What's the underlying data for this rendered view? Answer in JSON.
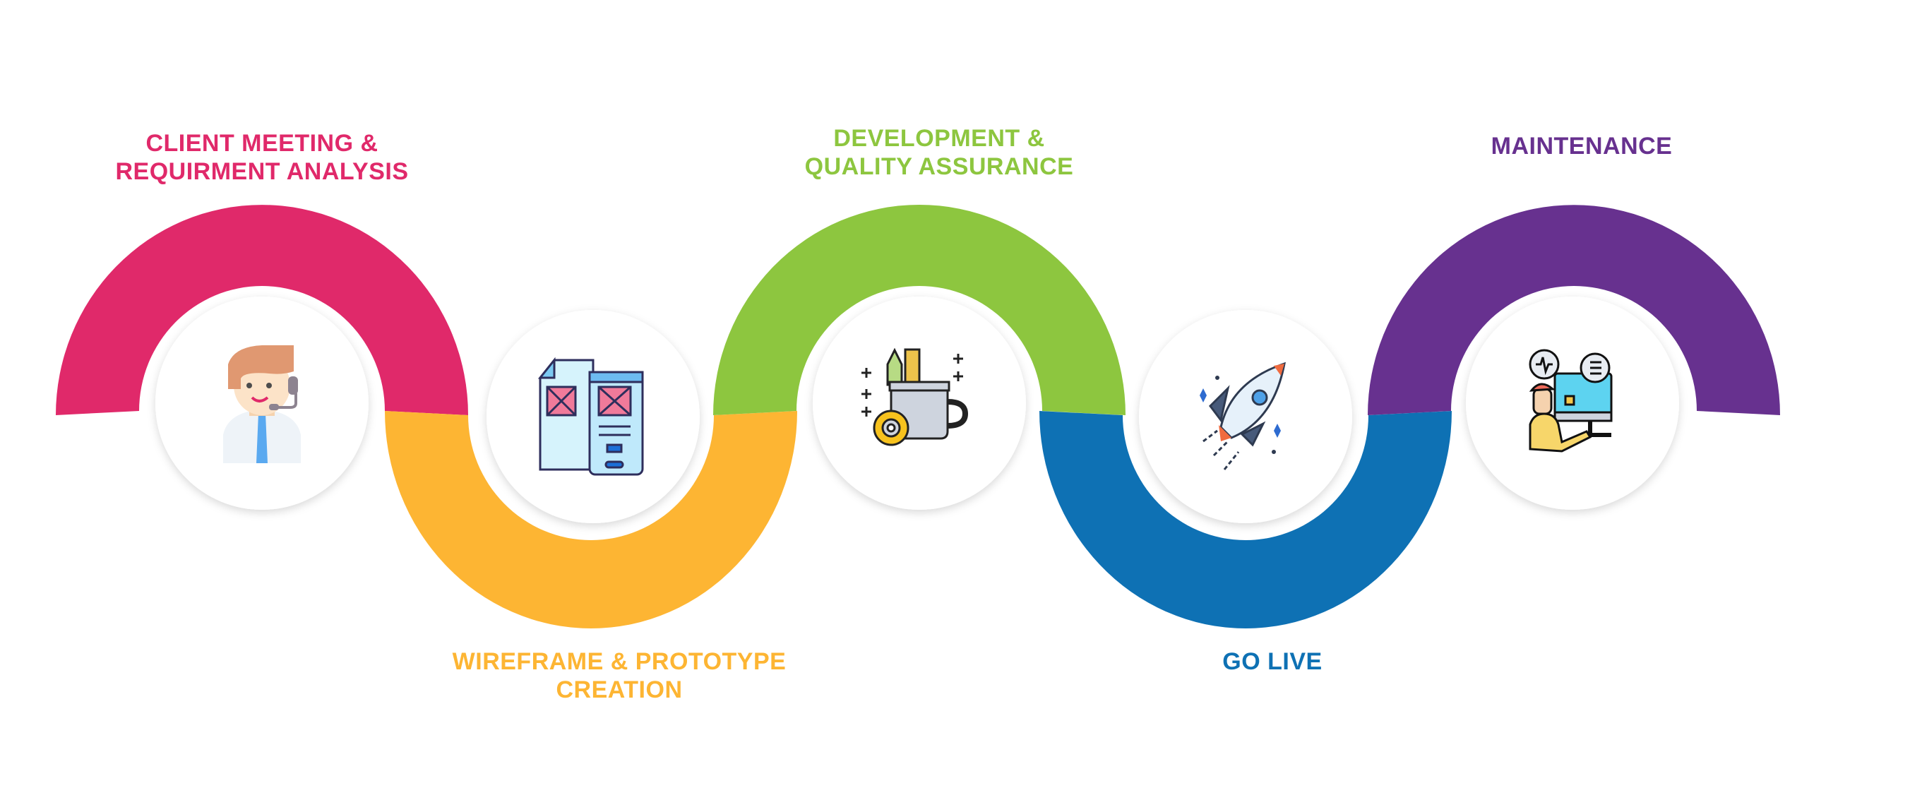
{
  "steps": [
    {
      "id": "client-meeting",
      "lines": [
        "CLIENT MEETING &",
        "REQUIRMENT ANALYSIS"
      ],
      "color": "#E0296A",
      "icon": "customer-support-icon",
      "position": "top"
    },
    {
      "id": "wireframe",
      "lines": [
        "WIREFRAME & PROTOTYPE",
        "CREATION"
      ],
      "color": "#FDB533",
      "icon": "wireframe-mobile-icon",
      "position": "bottom"
    },
    {
      "id": "development",
      "lines": [
        "DEVELOPMENT &",
        "QUALITY ASSURANCE"
      ],
      "color": "#8DC63F",
      "icon": "design-tools-mug-icon",
      "position": "top"
    },
    {
      "id": "go-live",
      "lines": [
        "GO LIVE"
      ],
      "color": "#0E71B4",
      "icon": "rocket-icon",
      "position": "bottom"
    },
    {
      "id": "maintenance",
      "lines": [
        "MAINTENANCE"
      ],
      "color": "#67318F",
      "icon": "technician-computer-icon",
      "position": "top"
    }
  ]
}
